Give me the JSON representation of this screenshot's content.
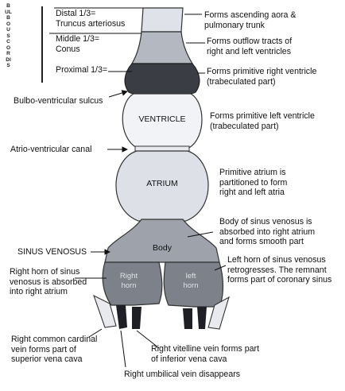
{
  "side_label": "BULBOUS CORDIS",
  "bulbus": {
    "distal": "Distal 1/3=\nTruncus arteriosus",
    "middle": "Middle 1/3=\nConus",
    "proximal": "Proximal 1/3="
  },
  "structures": {
    "bulbo_ventricular_sulcus": "Bulbo-ventricular sulcus",
    "ventricle": "VENTRICLE",
    "atrio_ventricular_canal": "Atrio-ventricular canal",
    "atrium": "ATRIUM",
    "sinus_venosus": "SINUS VENOSUS",
    "body": "Body",
    "right_horn": "Right\nhorn",
    "left_horn": "left\nhorn"
  },
  "right_notes": {
    "truncus": "Forms ascending aora &\npulmonary trunk",
    "conus": "Forms outflow tracts of\nright and left ventricles",
    "proximal": "Forms primitive right ventricle\n(trabeculated part)",
    "ventricle": "Forms primitive left ventricle\n(trabeculated part)",
    "atrium": "Primitive atrium is\npartitioned to form\nright and left atria",
    "body": "Body of sinus venosus is\nabsorbed into right atrium\nand forms smooth part",
    "left_horn": "Left horn of sinus venosus\nretrogresses. The remnant\nforms part of coronary sinus"
  },
  "left_notes": {
    "right_horn": "Right horn of sinus\nvenosus is absorbed\ninto right atrium"
  },
  "bottom_notes": {
    "common_cardinal": "Right common cardinal\nvein forms part of\nsuperior vena cava",
    "vitelline": "Right vitelline vein forms part\nof inferior vena cava",
    "umbilical": "Right umbilical vein disappears"
  },
  "colors": {
    "truncus": "#dfe2e8",
    "conus": "#b4b8c0",
    "proximal": "#3b3d45",
    "ventricle": "#f2f3f6",
    "atrium": "#dde0e7",
    "sinus_body": "#9ea2ab",
    "horn": "#7d818a",
    "vein": "#1f2026"
  }
}
